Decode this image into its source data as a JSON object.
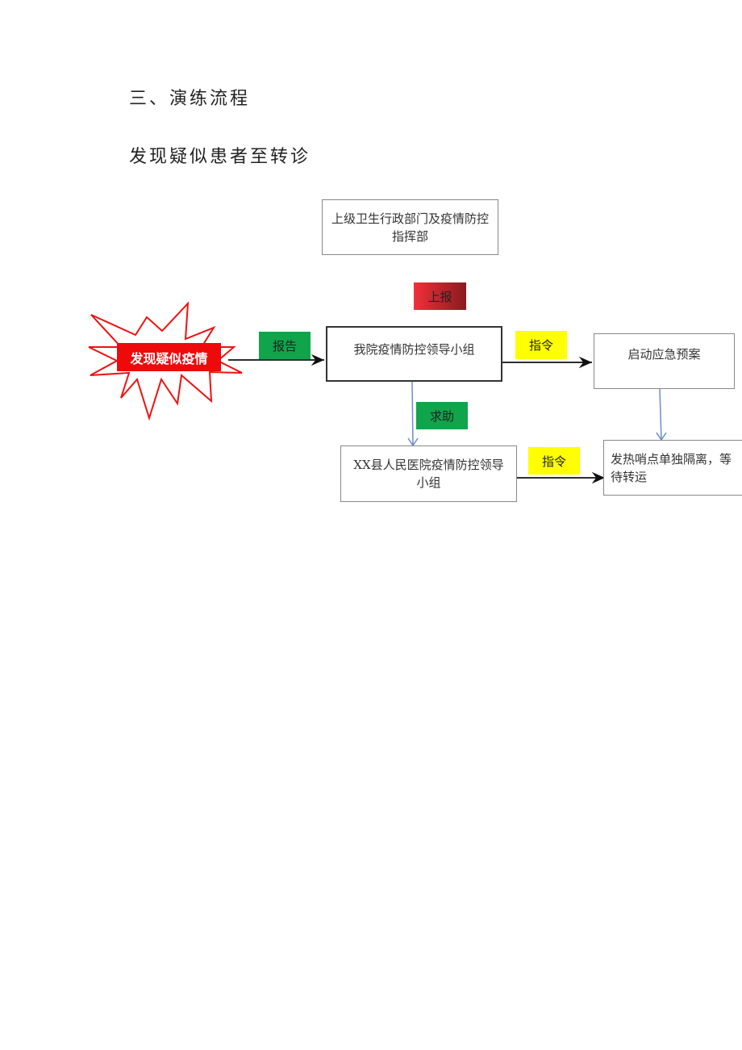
{
  "section_heading": "三、演练流程",
  "subheading": "发现疑似患者至转诊",
  "flowchart": {
    "start": "发现疑似疫情",
    "nodes": {
      "superior": "上级卫生行政部门及疫情防控指挥部",
      "hospital_group": "我院疫情防控领导小组",
      "emergency_plan": "启动应急预案",
      "county_group": "XX县人民医院疫情防控领导小组",
      "isolation": "发热哨点单独隔离，等待转运"
    },
    "labels": {
      "report_up": "上报",
      "report": "报告",
      "command_1": "指令",
      "help": "求助",
      "command_2": "指令"
    },
    "colors": {
      "start": "#ee0a0a",
      "report": "#10a54a",
      "help": "#10a54a",
      "command": "#ffff00",
      "report_up": "#e0303a",
      "blue_arrow": "#6b8fc7"
    }
  }
}
